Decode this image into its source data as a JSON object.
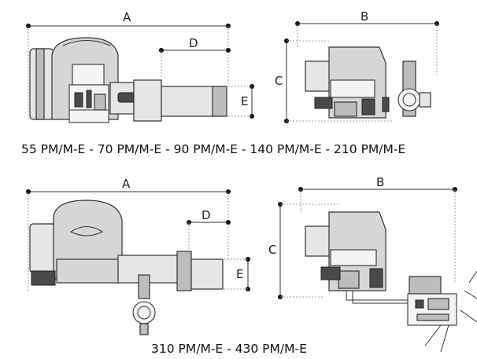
{
  "figure_top": {
    "dimension_labels": {
      "a": "A",
      "b": "B",
      "c": "C",
      "d": "D",
      "e": "E"
    },
    "caption": "55 PM/M-E - 70 PM/M-E - 90 PM/M-E - 140 PM/M-E - 210 PM/M-E"
  },
  "figure_bottom": {
    "dimension_labels": {
      "a": "A",
      "b": "B",
      "c": "C",
      "d": "D",
      "e": "E"
    },
    "caption": "310 PM/M-E - 430 PM/M-E"
  }
}
